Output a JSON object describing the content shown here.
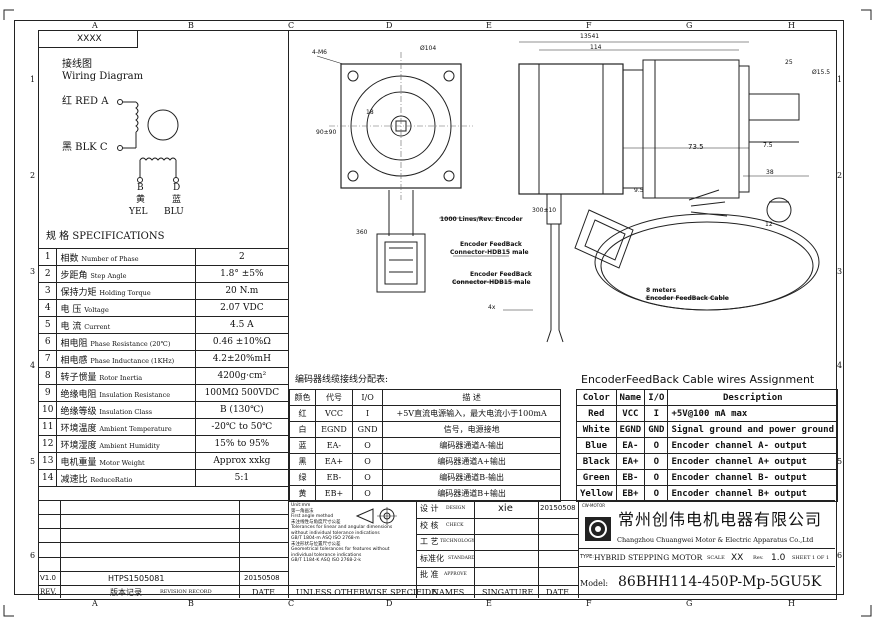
{
  "zones_top": [
    "A",
    "B",
    "C",
    "D",
    "E",
    "F",
    "G",
    "H"
  ],
  "zones_side": [
    "1",
    "2",
    "3",
    "4",
    "5",
    "6"
  ],
  "doc_code": "XXXX",
  "wiring": {
    "title_cn": "接线图",
    "title_en": "Wiring Diagram",
    "red_label": "红 RED A",
    "blk_label": "黑 BLK C",
    "pin_b": "B",
    "pin_d": "D",
    "yel_cn": "黄",
    "blu_cn": "蓝",
    "yel_en": "YEL",
    "blu_en": "BLU"
  },
  "spec_title": "规 格 SPECIFICATIONS",
  "specs": [
    {
      "n": "1",
      "cn": "相数",
      "en": "Number of Phase",
      "val": "2"
    },
    {
      "n": "2",
      "cn": "步距角",
      "en": "Step Angle",
      "val": "1.8° ±5%"
    },
    {
      "n": "3",
      "cn": "保持力矩",
      "en": "Holding Torque",
      "val": "20 N.m"
    },
    {
      "n": "4",
      "cn": "电 压",
      "en": "Voltage",
      "val": "2.07 VDC"
    },
    {
      "n": "5",
      "cn": "电 流",
      "en": "Current",
      "val": "4.5 A"
    },
    {
      "n": "6",
      "cn": "相电阻",
      "en": "Phase Resistance (20℃)",
      "val": "0.46 ±10%Ω"
    },
    {
      "n": "7",
      "cn": "相电感",
      "en": "Phase Inductance (1KHz)",
      "val": "4.2±20%mH"
    },
    {
      "n": "8",
      "cn": "转子惯量",
      "en": "Rotor Inertia",
      "val": "4200g·cm²"
    },
    {
      "n": "9",
      "cn": "绝缘电阻",
      "en": "Insulation Resistance",
      "val": "100MΩ 500VDC"
    },
    {
      "n": "10",
      "cn": "绝缘等级",
      "en": "Insulation Class",
      "val": "B (130℃)"
    },
    {
      "n": "11",
      "cn": "环境温度",
      "en": "Ambient Temperature",
      "val": "-20℃ to 50℃"
    },
    {
      "n": "12",
      "cn": "环境湿度",
      "en": "Ambient Humidity",
      "val": "15% to 95%"
    },
    {
      "n": "13",
      "cn": "电机重量",
      "en": "Motor Weight",
      "val": "Approx xxkg"
    },
    {
      "n": "14",
      "cn": "减速比",
      "en": "ReduceRatio",
      "val": "5:1"
    }
  ],
  "enc_cn": {
    "title": "编码器线缆接线分配表:",
    "headers": [
      "颜色",
      "代号",
      "I/O",
      "描 述"
    ],
    "rows": [
      [
        "红",
        "VCC",
        "I",
        "+5V直流电源输入，最大电流小于100mA"
      ],
      [
        "白",
        "EGND",
        "GND",
        "信号，电源接地"
      ],
      [
        "蓝",
        "EA-",
        "O",
        "编码器通道A-输出"
      ],
      [
        "黑",
        "EA+",
        "O",
        "编码器通道A+输出"
      ],
      [
        "绿",
        "EB-",
        "O",
        "编码器通道B-输出"
      ],
      [
        "黄",
        "EB+",
        "O",
        "编码器通道B+输出"
      ]
    ]
  },
  "enc_en": {
    "title": "EncoderFeedBack Cable wires Assignment",
    "headers": [
      "Color",
      "Name",
      "I/O",
      "Description"
    ],
    "rows": [
      [
        "Red",
        "VCC",
        "I",
        "+5V@100 mA max"
      ],
      [
        "White",
        "EGND",
        "GND",
        "Signal ground and power ground"
      ],
      [
        "Blue",
        "EA-",
        "O",
        "Encoder channel A- output"
      ],
      [
        "Black",
        "EA+",
        "O",
        "Encoder channel A+ output"
      ],
      [
        "Green",
        "EB-",
        "O",
        "Encoder channel B- output"
      ],
      [
        "Yellow",
        "EB+",
        "O",
        "Encoder channel B+ output"
      ]
    ]
  },
  "drawing": {
    "dim_4m6": "4-M6",
    "dim_104": "Ø104",
    "dim_side": "90±90",
    "dim_18": "18",
    "dim_360": "360",
    "dim_13541": "13541",
    "dim_114": "114",
    "dim_735": "73.5",
    "dim_95": "9.5",
    "dim_75": "7.5",
    "dim_38": "38",
    "dim_25": "25",
    "dim_155": "Ø15.5",
    "dim_12": "12",
    "dim_300": "300±10",
    "dim_4x": "4x",
    "lbl_encoder": "1000 Lines/Rev. Encoder",
    "lbl_conn1": "Encoder FeedBack",
    "lbl_conn1b": "Connector-HDB15 male",
    "lbl_conn2": "Encoder FeedBack",
    "lbl_conn2b": "Connector-HDB15 male",
    "lbl_cable1": "8 meters",
    "lbl_cable2": "Encoder FeedBack Cable"
  },
  "tolerance": {
    "l1": "Unit:mm",
    "l2": "第一角画法",
    "l3": "First angle method",
    "l4": "未注线性与角度尺寸公差",
    "l5": "Tolerances for linear and angular dimensions",
    "l6": "without individual tolerance indications",
    "l7": "GB/T 1804-m  ASQ ISO 2768-m",
    "l8": "未注形状与位置尺寸公差",
    "l9": "Geometrical tolerances for features without",
    "l10": "individual tolerance indications",
    "l11": "GB/T 1184-K  ASQ ISO 2768-2-k"
  },
  "title_block": {
    "design_cn": "设 计",
    "design_en": "DESIGN",
    "designer": "xie",
    "design_date": "20150508",
    "check_cn": "校 核",
    "check_en": "CHECK",
    "tech_cn": "工 艺",
    "tech_en": "TECHNOLOGY",
    "std_cn": "标准化",
    "std_en": "STANDARD",
    "approve_cn": "批 准",
    "approve_en": "APPROVE",
    "company_cn": "常州创伟电机电器有限公司",
    "company_en": "Changzhou Chuangwei Motor & Electric Apparatus Co.,Ltd",
    "logo_tag": "CW-MOTOR",
    "type_label": "TYPE:",
    "type_val": "HYBRID STEPPING MOTOR",
    "scale_label": "SCALE",
    "scale_val": "XX",
    "rev_label": "Rev.",
    "rev_val": "1.0",
    "sheet": "SHEET 1 OF 1",
    "model_label": "Model:",
    "model_val": "86BHH114-450P-Mp-5GU5K",
    "ver": "V1.0",
    "ver_code": "HTPS1505081",
    "ver_date": "20150508",
    "rev_col": "REV.",
    "rev_record": "版本记录",
    "rev_record_en": "REVISION RECORD",
    "date_col": "DATE",
    "unless": "UNLESS OTHERWISE SPECIFIDE",
    "names": "NAMES",
    "signature": "SINGATURE",
    "date2": "DATE"
  }
}
